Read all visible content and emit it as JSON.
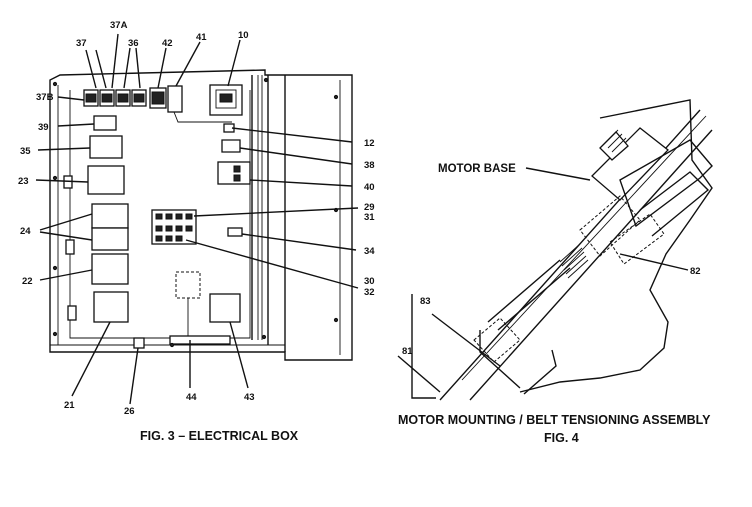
{
  "fig3": {
    "caption": "FIG. 3 – ELECTRICAL BOX",
    "callouts": {
      "c37": "37",
      "c37a": "37A",
      "c36": "36",
      "c42": "42",
      "c41": "41",
      "c10": "10",
      "c37b": "37B",
      "c39": "39",
      "c12": "12",
      "c35": "35",
      "c38": "38",
      "c23": "23",
      "c40": "40",
      "c29": "29",
      "c31": "31",
      "c24": "24",
      "c34": "34",
      "c22": "22",
      "c30": "30",
      "c32": "32",
      "c21": "21",
      "c26": "26",
      "c44": "44",
      "c43": "43"
    }
  },
  "fig4": {
    "title": "MOTOR MOUNTING / BELT TENSIONING ASSEMBLY",
    "fig_label": "FIG. 4",
    "motor_base_label": "MOTOR BASE",
    "callouts": {
      "c82": "82",
      "c83": "83",
      "c81": "81"
    }
  }
}
